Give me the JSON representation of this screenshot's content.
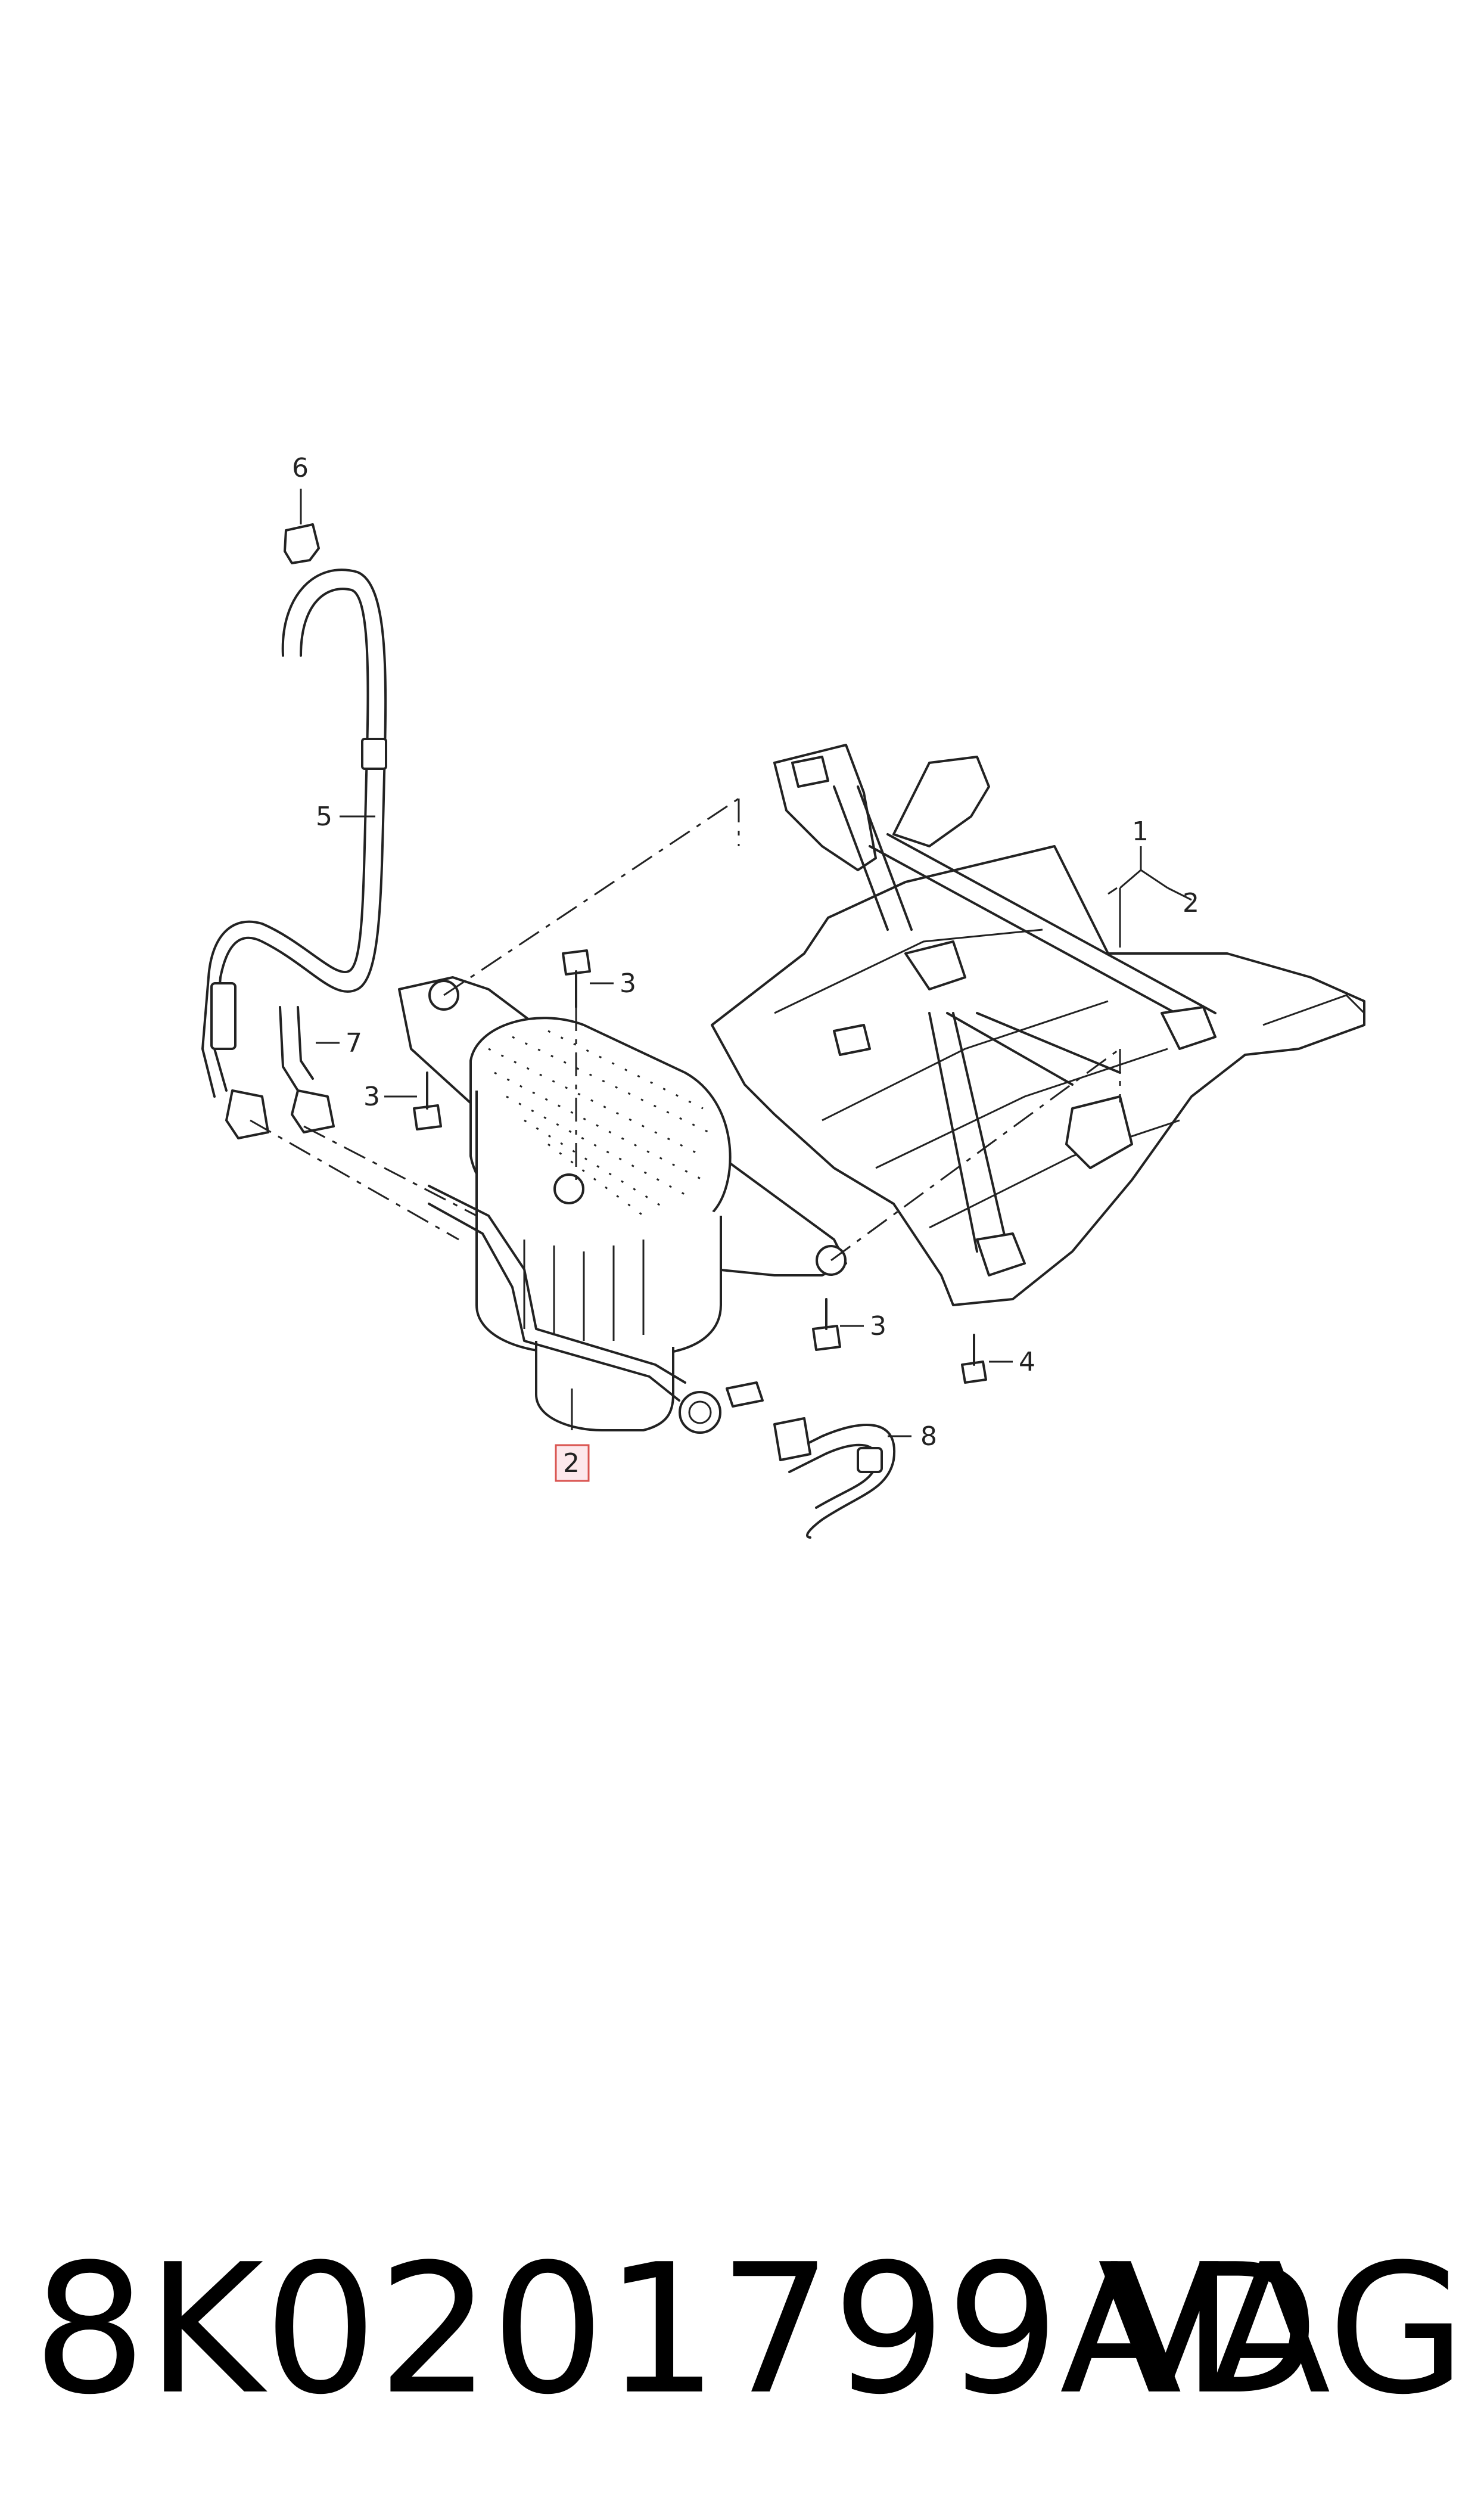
{
  "callouts": {
    "c1": "1",
    "c2_group": "2",
    "c2_highlight": "2",
    "c3_a": "3",
    "c3_b": "3",
    "c3_c": "3",
    "c4": "4",
    "c5": "5",
    "c6": "6",
    "c7": "7",
    "c8": "8"
  },
  "highlight_color": "#d9534f",
  "footer": {
    "part_number": "8K0201799AD",
    "brand": "VAG"
  }
}
